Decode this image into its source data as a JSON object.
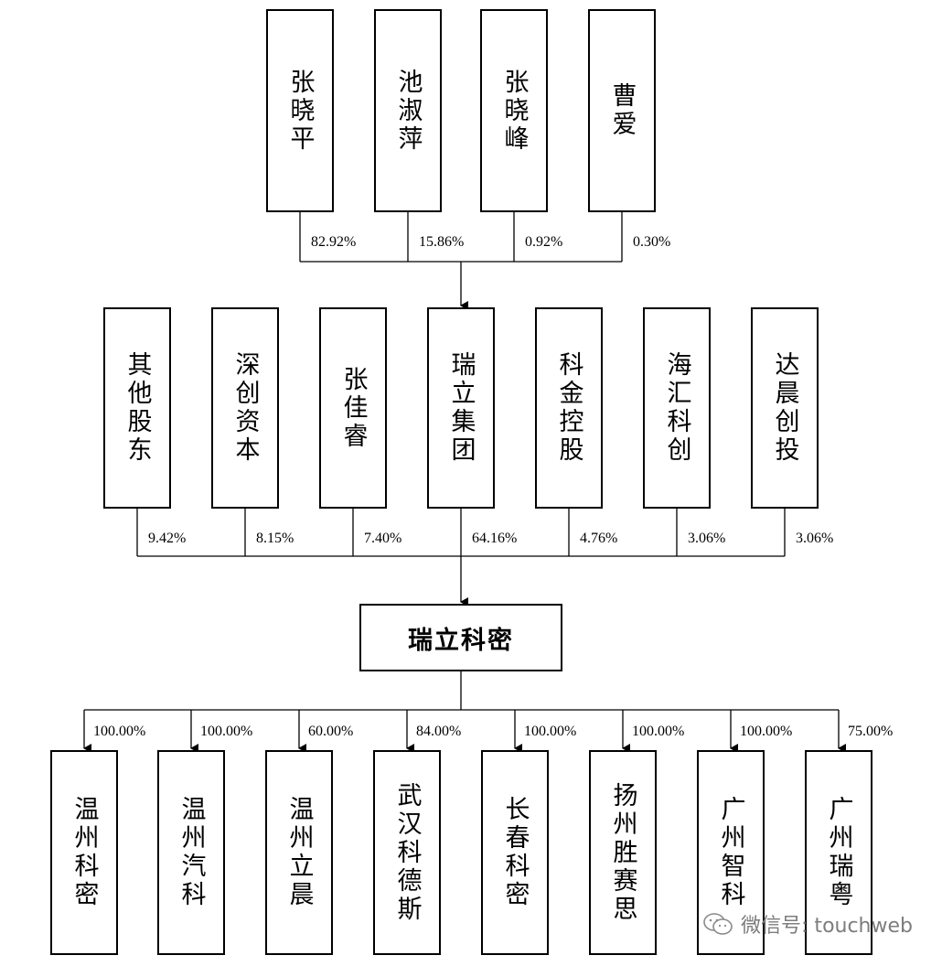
{
  "top_shareholders": [
    {
      "name": "张晓平",
      "pct": "82.92%"
    },
    {
      "name": "池淑萍",
      "pct": "15.86%"
    },
    {
      "name": "张晓峰",
      "pct": "0.92%"
    },
    {
      "name": "曹爱",
      "pct": "0.30%"
    }
  ],
  "middle_shareholders": [
    {
      "name": "其他股东",
      "pct": "9.42%"
    },
    {
      "name": "深创资本",
      "pct": "8.15%"
    },
    {
      "name": "张佳睿",
      "pct": "7.40%"
    },
    {
      "name": "瑞立集团",
      "pct": "64.16%"
    },
    {
      "name": "科金控股",
      "pct": "4.76%"
    },
    {
      "name": "海汇科创",
      "pct": "3.06%"
    },
    {
      "name": "达晨创投",
      "pct": "3.06%"
    }
  ],
  "company": {
    "name": "瑞立科密"
  },
  "subsidiaries": [
    {
      "name": "温州科密",
      "pct": "100.00%"
    },
    {
      "name": "温州汽科",
      "pct": "100.00%"
    },
    {
      "name": "温州立晨",
      "pct": "60.00%"
    },
    {
      "name": "武汉科德斯",
      "pct": "84.00%"
    },
    {
      "name": "长春科密",
      "pct": "100.00%"
    },
    {
      "name": "扬州胜赛思",
      "pct": "100.00%"
    },
    {
      "name": "广州智科",
      "pct": "100.00%"
    },
    {
      "name": "广州瑞粤",
      "pct": "75.00%"
    }
  ],
  "watermark": {
    "text": "微信号: touchweb",
    "icon": "wechat-icon"
  }
}
